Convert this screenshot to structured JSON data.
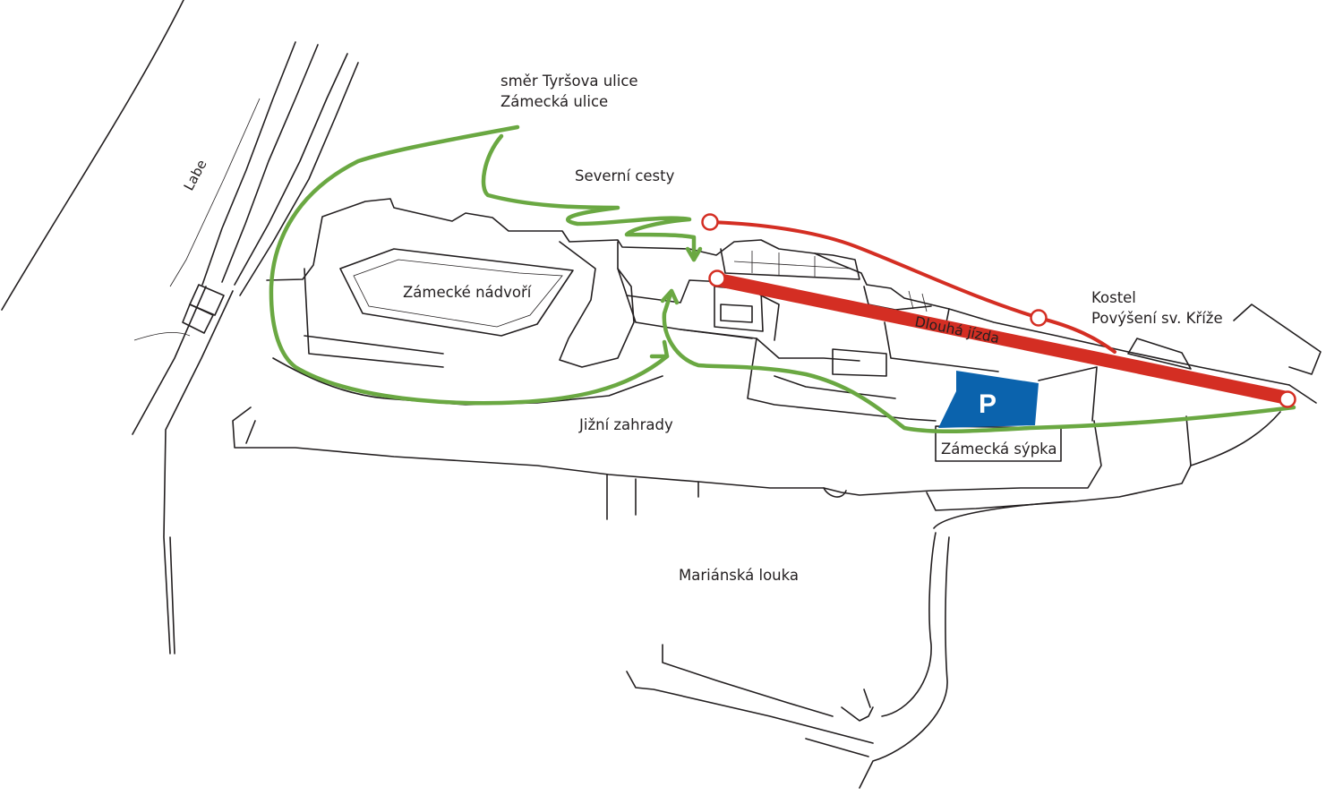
{
  "labels": {
    "river": "Labe",
    "north_direction_line1": "směr Tyršova ulice",
    "north_direction_line2": "Zámecká ulice",
    "north_paths": "Severní cesty",
    "courtyard": "Zámecké nádvoří",
    "long_ride": "Dlouhá jízda",
    "church_line1": "Kostel",
    "church_line2": "Povýšení sv. Kříže",
    "parking": "P",
    "granary": "Zámecká sýpka",
    "south_gardens": "Jižní zahrady",
    "meadow": "Mariánská louka"
  },
  "colors": {
    "walking_route": "#6aa842",
    "red_route": "#d42e23",
    "parking": "#0b63ad",
    "outline": "#231f20"
  }
}
